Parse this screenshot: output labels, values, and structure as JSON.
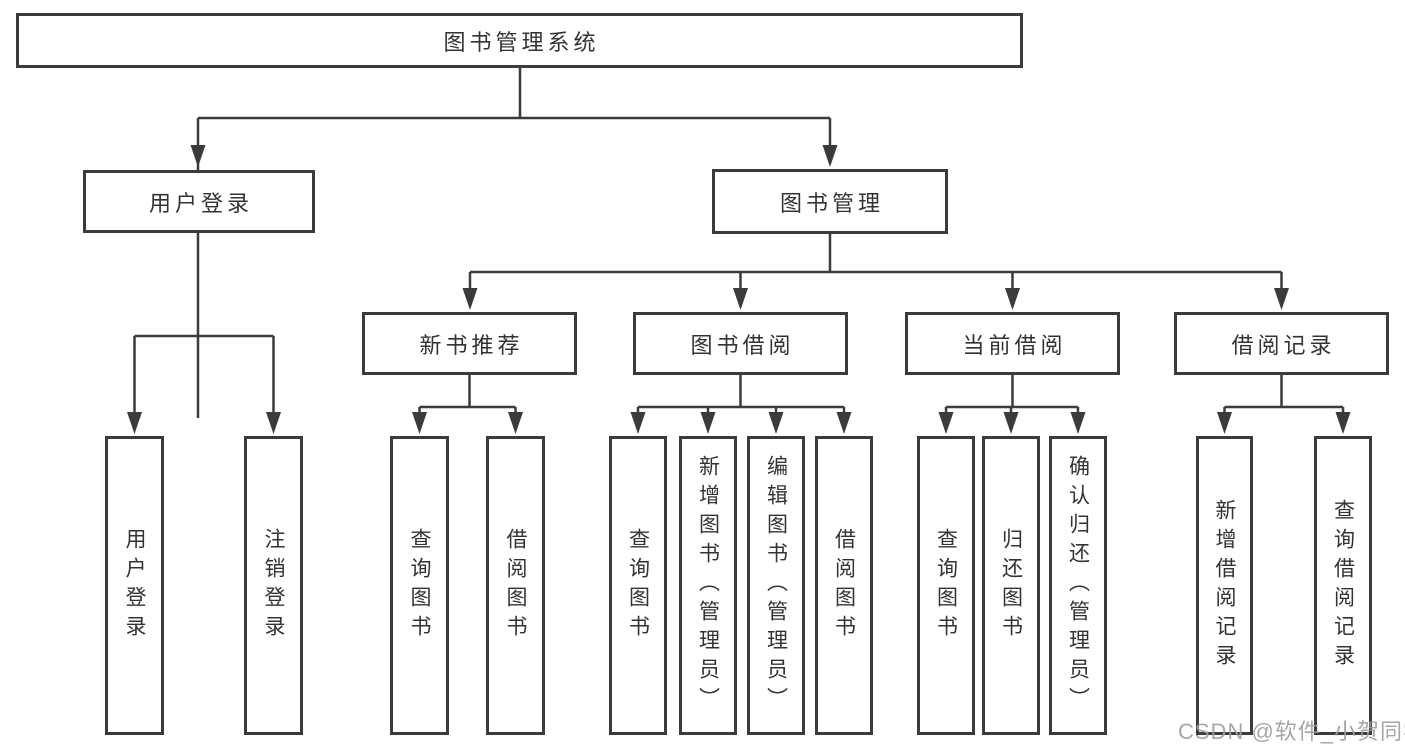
{
  "diagram": {
    "root": {
      "label": "图书管理系统"
    },
    "level2": [
      {
        "id": "user-login",
        "label": "用户登录"
      },
      {
        "id": "book-management",
        "label": "图书管理"
      }
    ],
    "level3": [
      {
        "id": "new-book-recommend",
        "label": "新书推荐"
      },
      {
        "id": "book-borrow",
        "label": "图书借阅"
      },
      {
        "id": "current-borrow",
        "label": "当前借阅"
      },
      {
        "id": "borrow-records",
        "label": "借阅记录"
      }
    ],
    "leaves": {
      "user_login": [
        {
          "label": "用户登录"
        },
        {
          "label": "注销登录"
        }
      ],
      "new_book_recommend": [
        {
          "label": "查询图书"
        },
        {
          "label": "借阅图书"
        }
      ],
      "book_borrow": [
        {
          "label": "查询图书"
        },
        {
          "label": "新增图书（管理员）"
        },
        {
          "label": "编辑图书（管理员）"
        },
        {
          "label": "借阅图书"
        }
      ],
      "current_borrow": [
        {
          "label": "查询图书"
        },
        {
          "label": "归还图书"
        },
        {
          "label": "确认归还（管理员）"
        }
      ],
      "borrow_records": [
        {
          "label": "新增借阅记录"
        },
        {
          "label": "查询借阅记录"
        }
      ]
    }
  },
  "watermark": {
    "text": "CSDN @软件_小贺同学"
  },
  "colors": {
    "line": "#3b3b3b",
    "text": "#333333",
    "watermark": "#9e9e9e",
    "background": "#ffffff"
  }
}
